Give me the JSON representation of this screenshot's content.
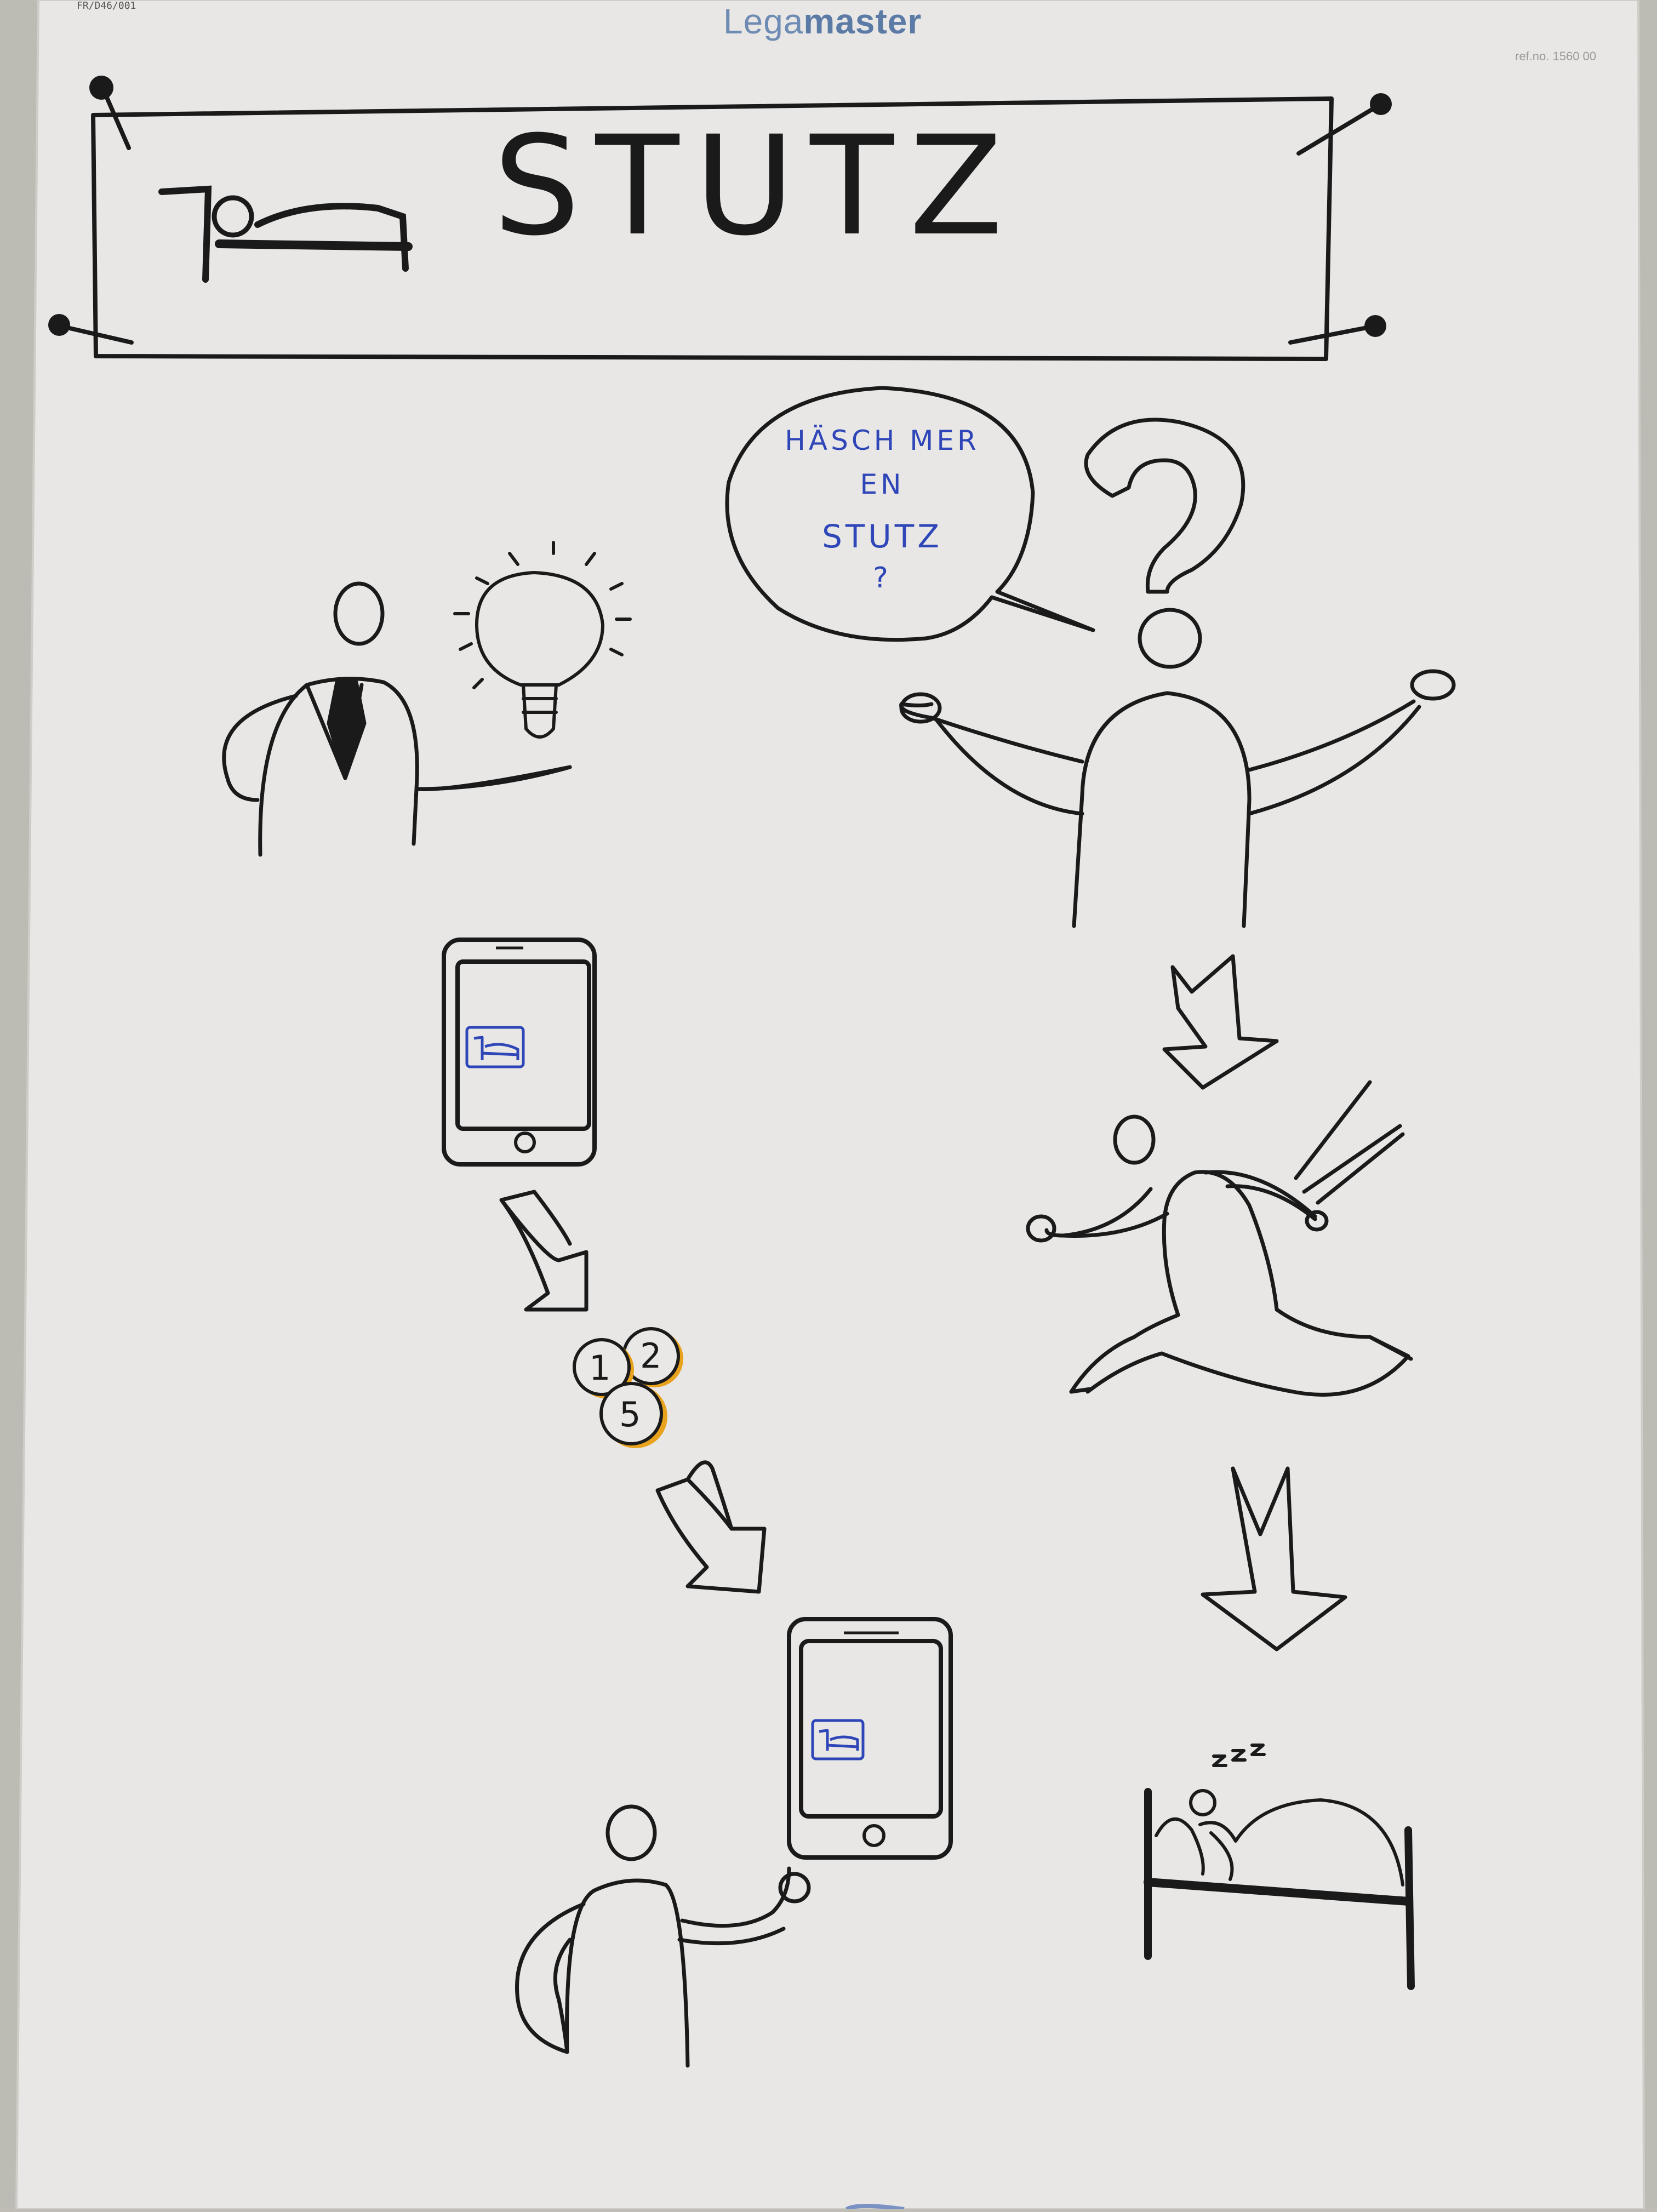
{
  "sheet": {
    "code": "FR/D46/001",
    "brand_prefix": "Lega",
    "brand_suffix": "master",
    "ref_no": "ref.no. 1560 00"
  },
  "title": "STUTZ",
  "speech_bubble": {
    "line1": "HÄSCH MER",
    "line2": "EN",
    "line3": "STUTZ",
    "line4": "?"
  },
  "coins": [
    "1",
    "2",
    "5"
  ],
  "sleep_text": "zzz",
  "colors": {
    "ink": "#1a1a1a",
    "blue_ink": "#2f46b8",
    "orange": "#e8a21c",
    "paper": "#e9e8e6"
  },
  "icons": [
    "bed-icon",
    "lightbulb-icon",
    "question-mark-icon",
    "tablet-icon",
    "coin-icon",
    "arrow-icon",
    "running-person-icon",
    "sleeping-person-icon"
  ]
}
